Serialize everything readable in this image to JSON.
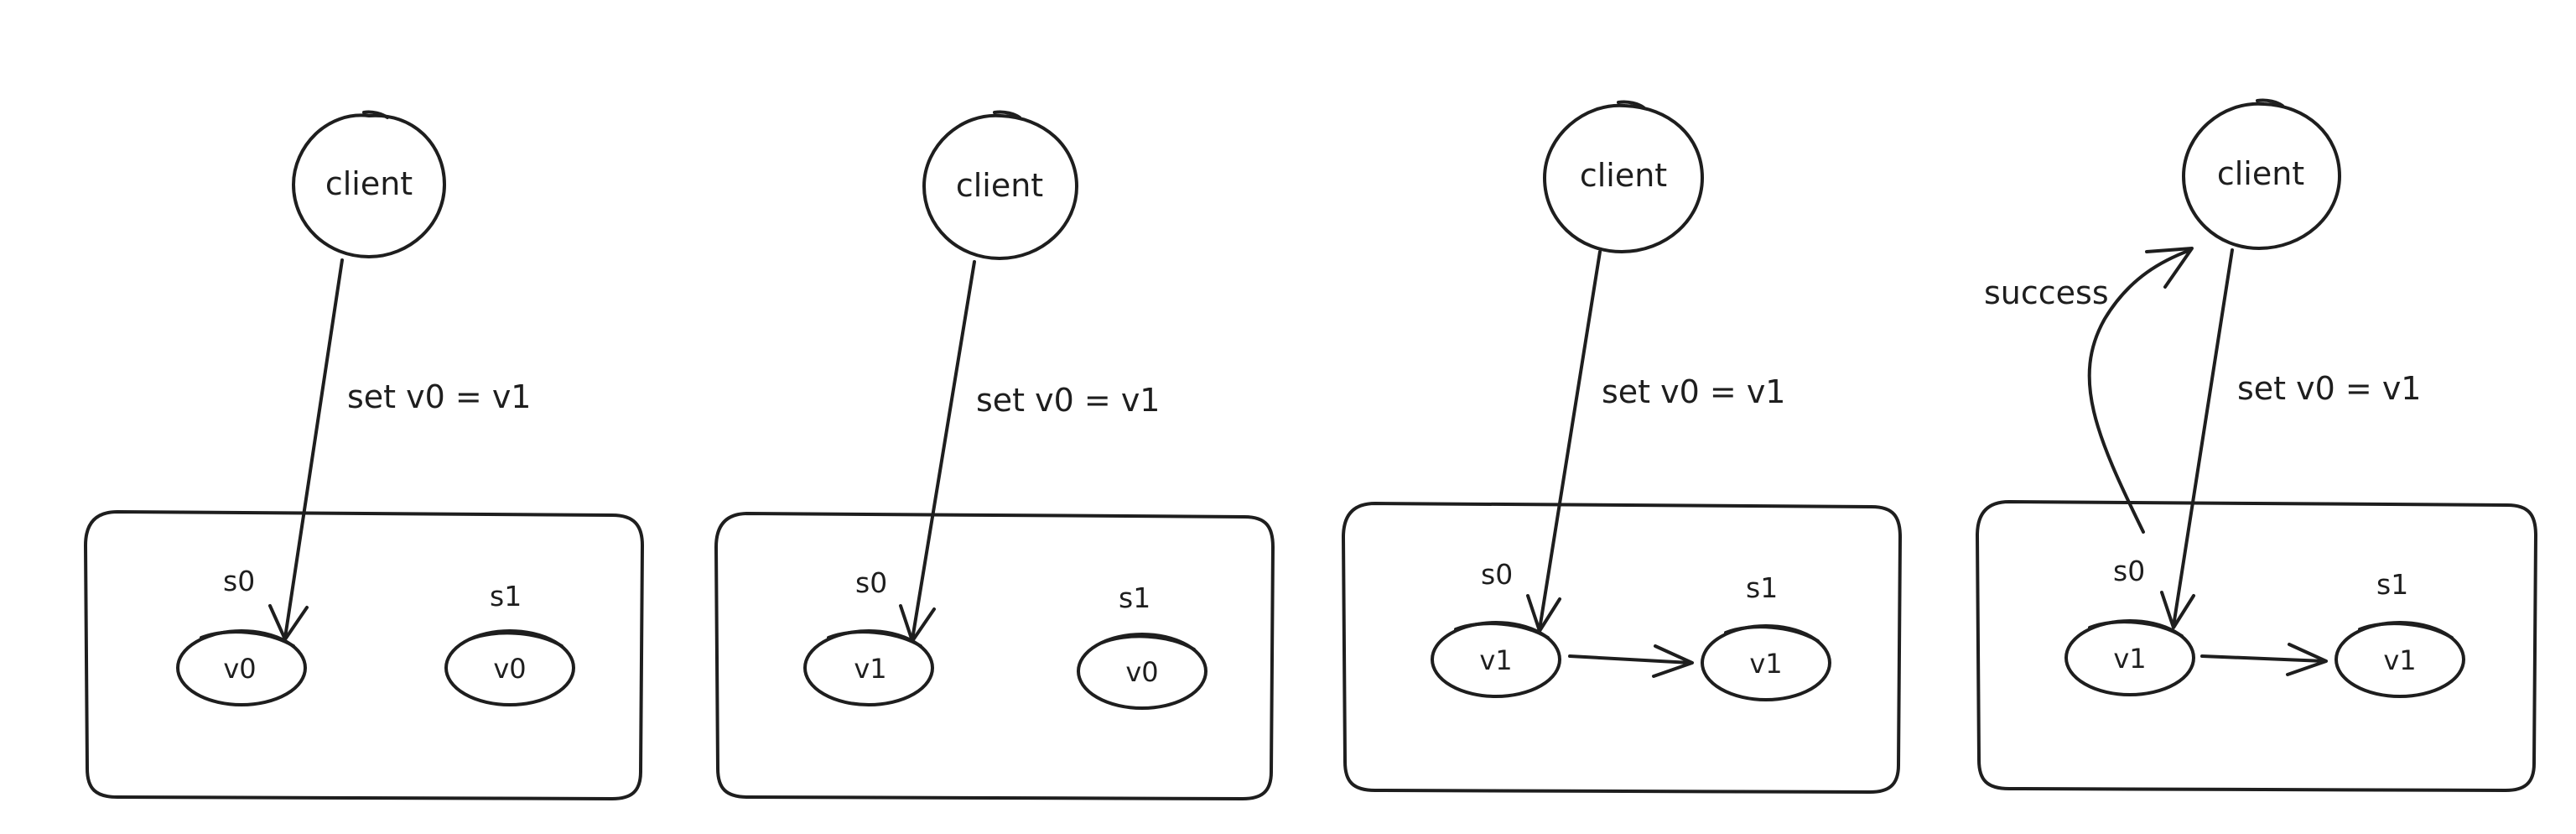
{
  "colors": {
    "stroke": "#1e1e1e",
    "highlight_fill": "#a5d8ff",
    "background": "#ffffff"
  },
  "panels": [
    {
      "client_label": "client",
      "request_label": "set v0 = v1",
      "servers": [
        {
          "label": "s0",
          "value": "v0",
          "highlighted": false
        },
        {
          "label": "s1",
          "value": "v0",
          "highlighted": false
        }
      ],
      "replication": false,
      "response_label": null
    },
    {
      "client_label": "client",
      "request_label": "set v0 = v1",
      "servers": [
        {
          "label": "s0",
          "value": "v1",
          "highlighted": true
        },
        {
          "label": "s1",
          "value": "v0",
          "highlighted": false
        }
      ],
      "replication": false,
      "response_label": null
    },
    {
      "client_label": "client",
      "request_label": "set v0 = v1",
      "servers": [
        {
          "label": "s0",
          "value": "v1",
          "highlighted": true
        },
        {
          "label": "s1",
          "value": "v1",
          "highlighted": true
        }
      ],
      "replication": true,
      "response_label": null
    },
    {
      "client_label": "client",
      "request_label": "set v0 = v1",
      "servers": [
        {
          "label": "s0",
          "value": "v1",
          "highlighted": true
        },
        {
          "label": "s1",
          "value": "v1",
          "highlighted": true
        }
      ],
      "replication": true,
      "response_label": "success"
    }
  ]
}
